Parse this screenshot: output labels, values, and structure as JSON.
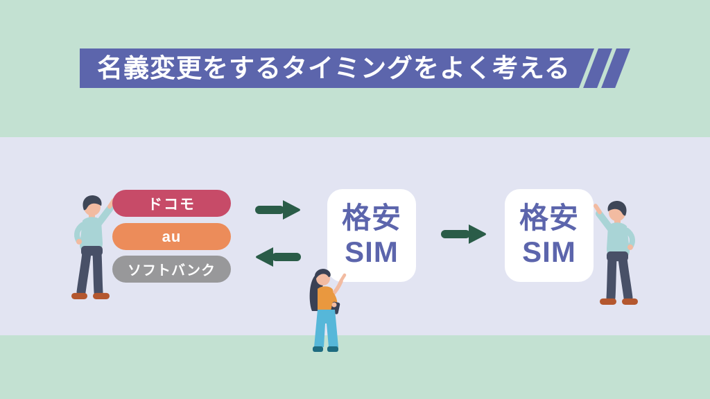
{
  "banner": {
    "title": "名義変更をするタイミングをよく考える"
  },
  "palette": {
    "background": "#c3e1d2",
    "panel": "#e2e4f2",
    "banner": "#5c65ac",
    "banner_text": "#ffffff",
    "arrow": "#2a5c48",
    "sim_text": "#5c65ac",
    "box_bg": "#ffffff"
  },
  "carriers": [
    {
      "label": "ドコモ",
      "color": "#c74b68"
    },
    {
      "label": "au",
      "color": "#ec8c5a"
    },
    {
      "label": "ソフトバンク",
      "color": "#98989a"
    }
  ],
  "sim_boxes": [
    {
      "line1": "格安",
      "line2": "SIM"
    },
    {
      "line1": "格安",
      "line2": "SIM"
    }
  ],
  "illustration": {
    "skin": "#f2bba1",
    "man_hair": "#3e4657",
    "man_sweater": "#a9d4d6",
    "man_pants": "#485067",
    "man_shoes": "#b4572f",
    "woman_hair": "#3a4154",
    "woman_top": "#e9983f",
    "woman_pants": "#56b7d9",
    "woman_shoes": "#1e6b80",
    "woman_phone": "#3a4154"
  }
}
